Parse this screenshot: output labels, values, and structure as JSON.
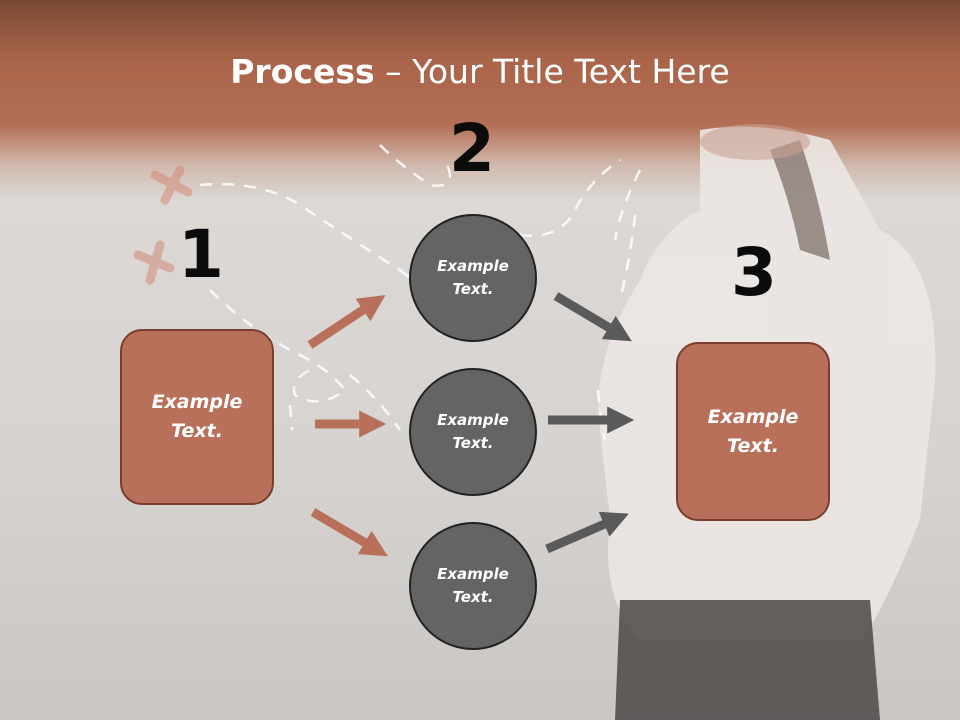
{
  "title": {
    "bold": "Process",
    "rest": " – Your Title Text Here"
  },
  "steps": [
    "1",
    "2",
    "3"
  ],
  "left_box": {
    "text": "Example\nText."
  },
  "circles": [
    {
      "text": "Example\nText."
    },
    {
      "text": "Example\nText."
    },
    {
      "text": "Example\nText."
    }
  ],
  "right_box": {
    "text": "Example\nText."
  },
  "colors": {
    "accent": "#b9705a",
    "circle": "#646464",
    "dark_arrow": "#5a5a5a"
  }
}
